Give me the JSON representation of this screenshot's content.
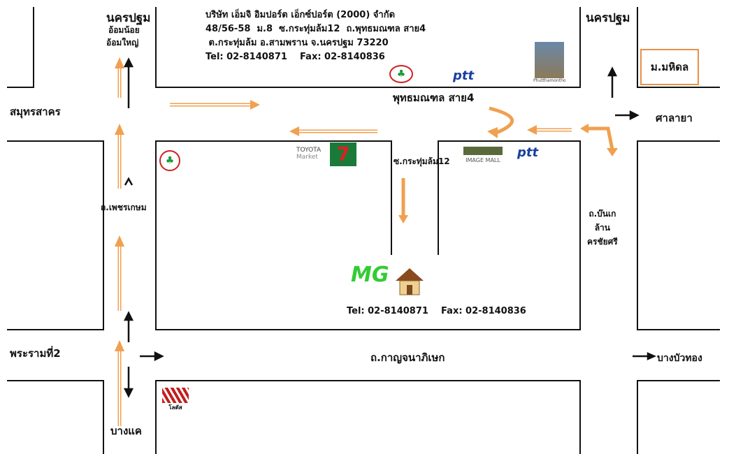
{
  "company": {
    "name": "บริษัท เอ็มจิ อิมปอร์ต เอ็กซ์ปอร์ต (2000) จำกัด",
    "address1": "48/56-58  ม.8  ซ.กระทุ่มล้ม12  ถ.พุทธมณฑล สาย4",
    "address2": " ต.กระทุ่มล้ม อ.สามพราน จ.นครปฐม 73220",
    "phone": "Tel: 02-8140871    Fax: 02-8140836"
  },
  "places": {
    "nakhon_pathom_left": "นครปฐม",
    "om_noi": "อ้อมน้อย",
    "om_yai": "อ้อมใหญ่",
    "nakhon_pathom_right": "นครปฐม",
    "mahidol": "ม.มหิดล",
    "samut_sakhon": "สมุทรสาคร",
    "phutthamonthon4": "พุทธมณฑล สาย4",
    "salaya": "ศาลายา",
    "soi_krathum_lom12": "ซ.กระทุ่มล้ม12",
    "phetkasem": "ถ.เพชรเกษม",
    "borommaratchachonnani": "ถ.บ๊นเก",
    "boro_line2": "ล้าน",
    "boro_line3": "ครชัยศรี",
    "rama2": "พระรามที่2",
    "kanchanaphisek": "ถ.กาญจนาภิเษก",
    "bang_bua_thong": "บางบัวทอง",
    "bang_khae": "บางแค"
  },
  "destination": {
    "logo_text": "MG",
    "phone": "Tel: 02-8140871    Fax: 02-8140836"
  },
  "landmarks": {
    "ptt": "ptt",
    "toyota": "TOYOTA",
    "toyota_sub": "Market",
    "seven": "7",
    "image_mall": "IMAGE MALL",
    "tesco": "โลตัส",
    "monument": "Phutthamonthon"
  },
  "colors": {
    "arrow_orange": "#f0a050",
    "kbank_green": "#1a9a3a",
    "kbank_red": "#d02020",
    "mahidol_border": "#e8904a",
    "mg_green": "#33cc33"
  }
}
